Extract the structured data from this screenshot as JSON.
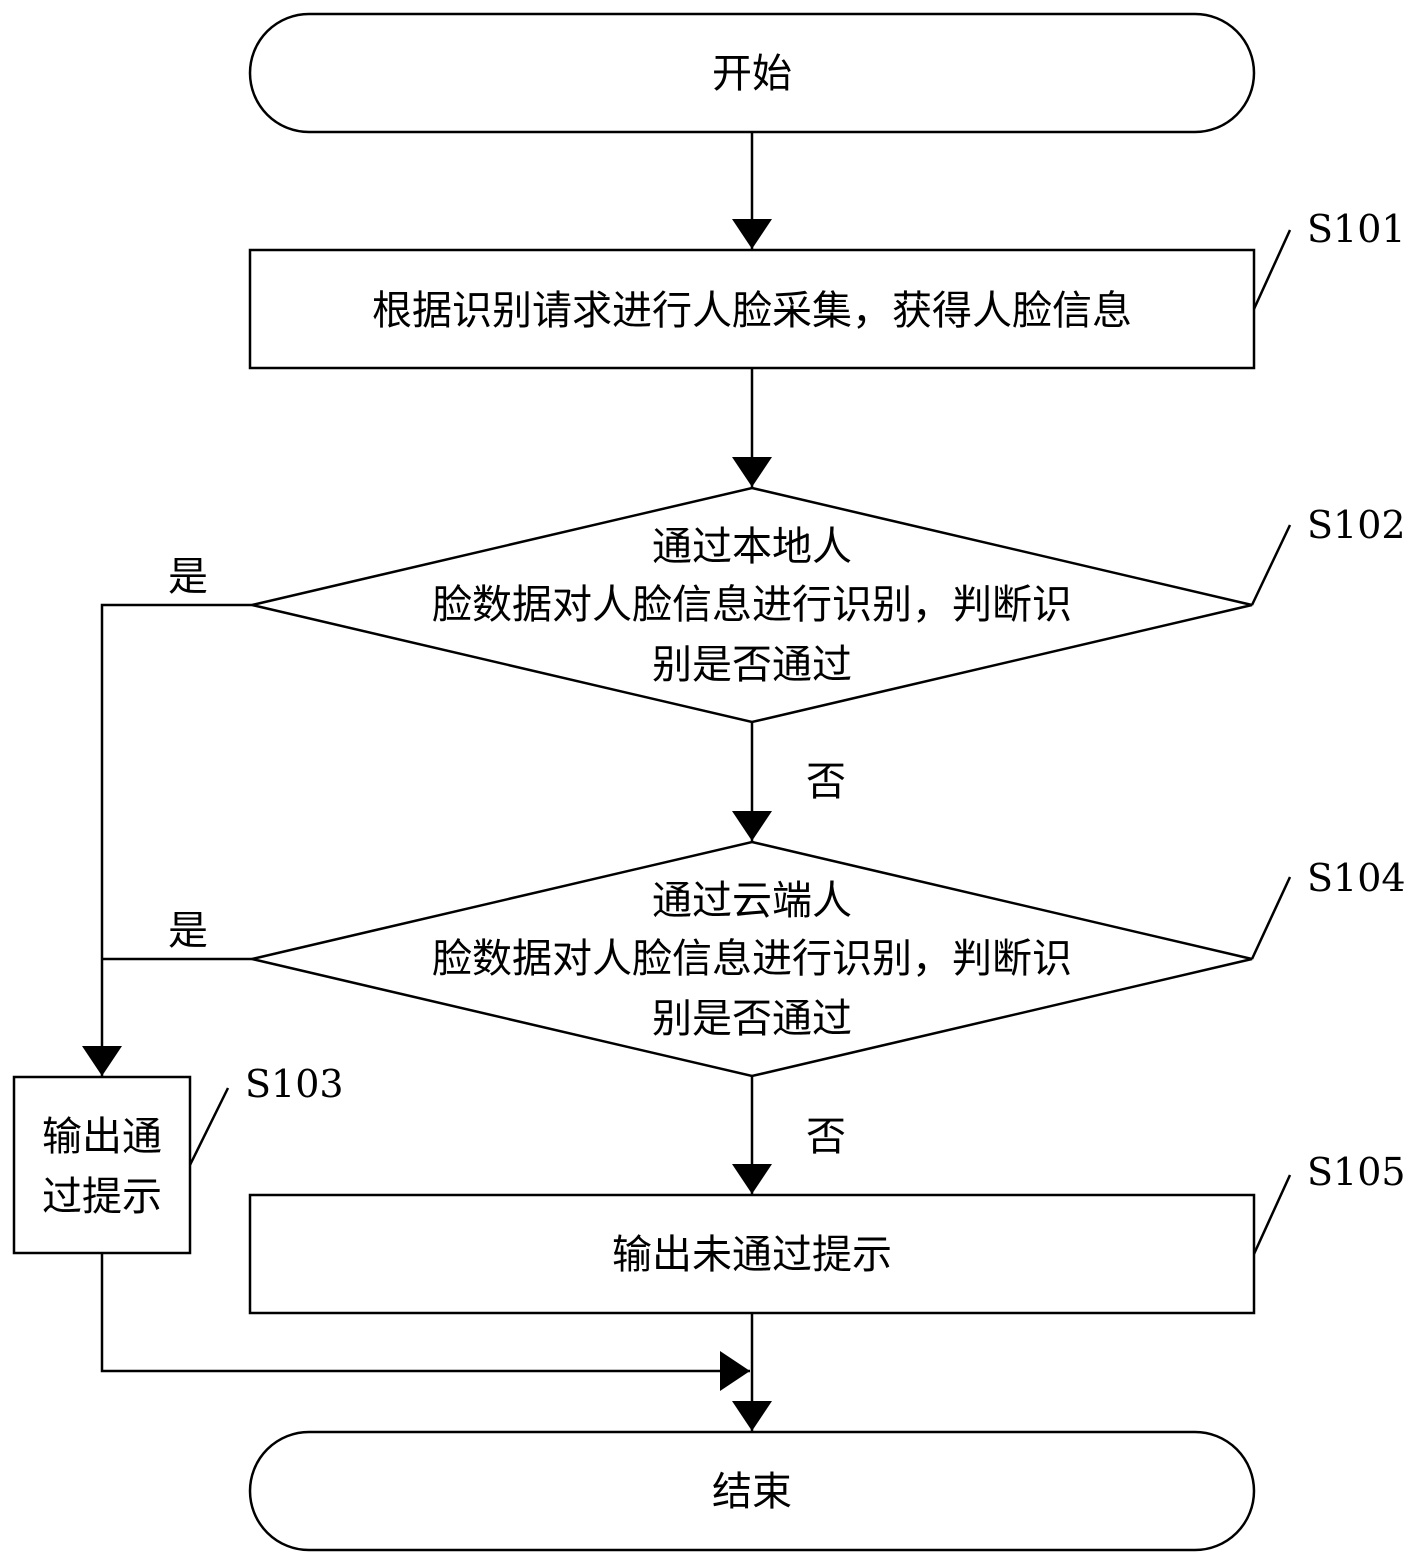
{
  "flowchart": {
    "start": {
      "label": "开始"
    },
    "s101": {
      "step": "S101",
      "label": "根据识别请求进行人脸采集，获得人脸信息"
    },
    "s102": {
      "step": "S102",
      "lines": [
        "通过本地人",
        "脸数据对人脸信息进行识别，判断识",
        "别是否通过"
      ]
    },
    "s104": {
      "step": "S104",
      "lines": [
        "通过云端人",
        "脸数据对人脸信息进行识别，判断识",
        "别是否通过"
      ]
    },
    "s103": {
      "step": "S103",
      "lines": [
        "输出通",
        "过提示"
      ]
    },
    "s105": {
      "step": "S105",
      "label": "输出未通过提示"
    },
    "end": {
      "label": "结束"
    },
    "edges": {
      "s102_yes": "是",
      "s102_no": "否",
      "s104_yes": "是",
      "s104_no": "否"
    }
  }
}
